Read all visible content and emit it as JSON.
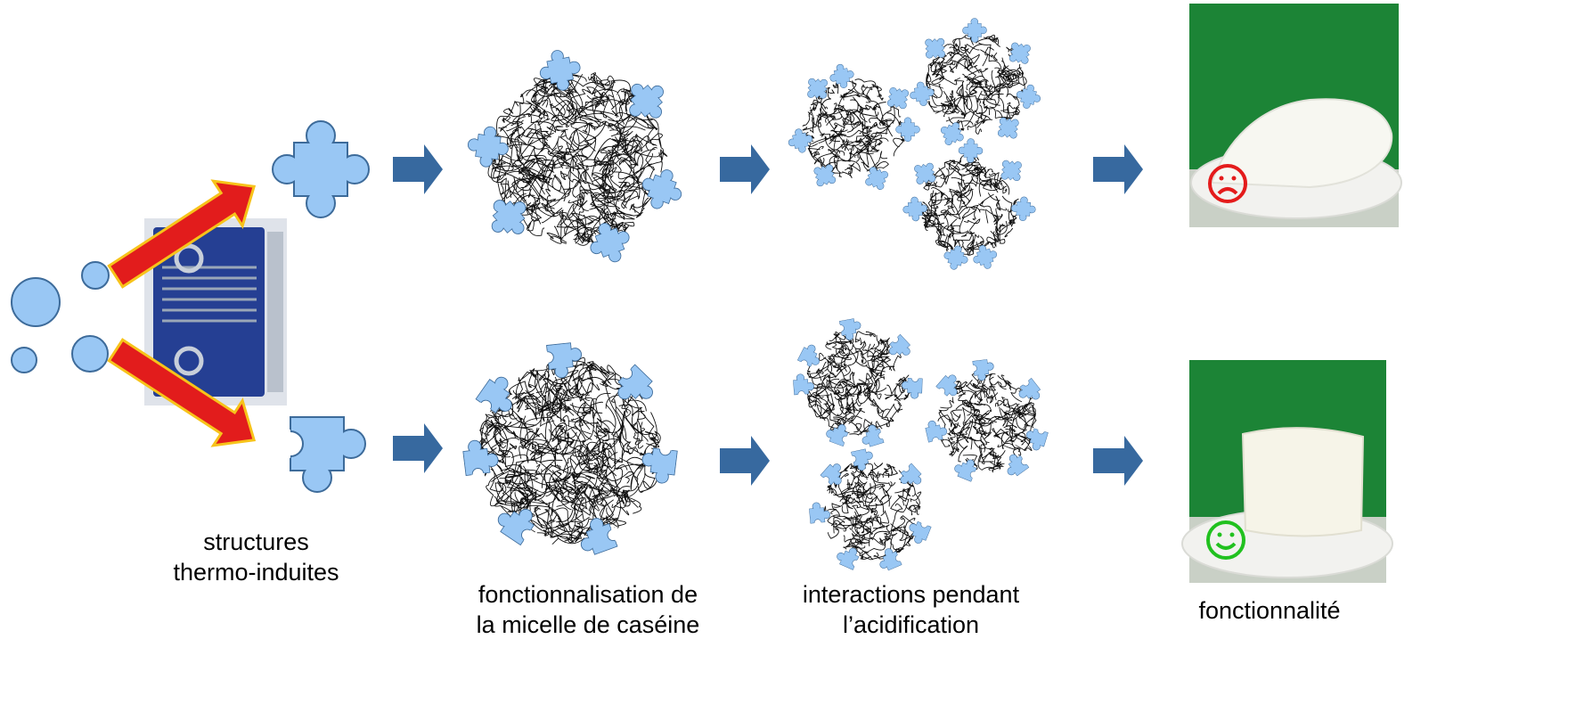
{
  "captions": {
    "structures_line1": "structures",
    "structures_line2": "thermo-induites",
    "fonctionnalisation_line1": "fonctionnalisation de",
    "fonctionnalisation_line2": "la micelle de caséine",
    "interactions_line1": "interactions pendant",
    "interactions_line2": "l’acidification",
    "fonctionnalite": "fonctionnalité"
  },
  "icons": {
    "top_result": "frowning-face-icon",
    "bottom_result": "smiling-face-icon"
  },
  "colors": {
    "piece_fill": "#99c7f4",
    "piece_stroke": "#3d6b9a",
    "flow_arrow": "#37699f",
    "heat_arrow": "#e21c1c",
    "heat_arrow_edge": "#f7c31a",
    "exchanger": "#253f93",
    "photo_background": "#1c8436",
    "sad_face": "#e41b1b",
    "happy_face": "#21c11f"
  }
}
